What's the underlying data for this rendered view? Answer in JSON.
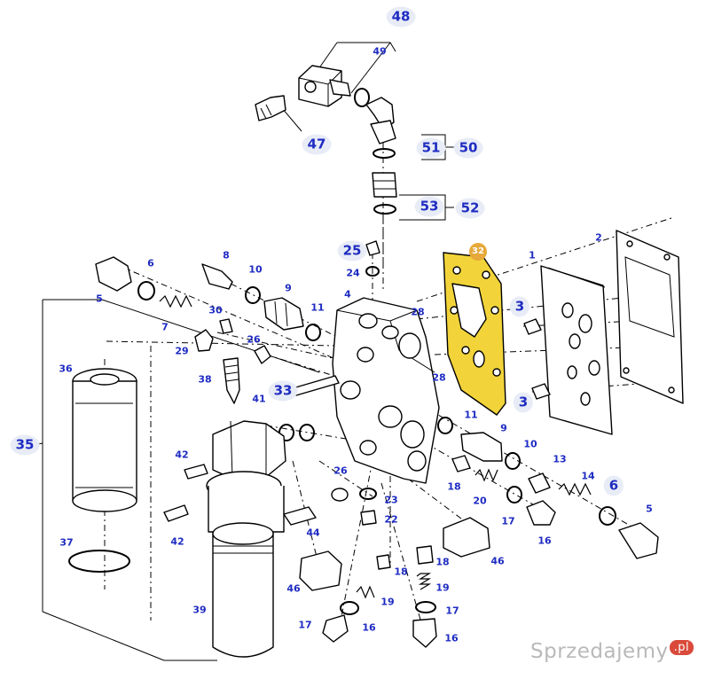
{
  "diagram": {
    "labels": [
      {
        "id": "48",
        "size": "lg"
      },
      {
        "id": "49",
        "size": "sm"
      },
      {
        "id": "47",
        "size": "lg"
      },
      {
        "id": "51",
        "size": "lg"
      },
      {
        "id": "50",
        "size": "lg"
      },
      {
        "id": "53",
        "size": "lg"
      },
      {
        "id": "52",
        "size": "lg"
      },
      {
        "id": "25",
        "size": "lg"
      },
      {
        "id": "24",
        "size": "sm"
      },
      {
        "id": "32",
        "size": "hl"
      },
      {
        "id": "1",
        "size": "sm"
      },
      {
        "id": "2",
        "size": "sm"
      },
      {
        "id": "6",
        "size": "sm"
      },
      {
        "id": "8",
        "size": "sm"
      },
      {
        "id": "10",
        "size": "sm"
      },
      {
        "id": "9",
        "size": "sm"
      },
      {
        "id": "5",
        "size": "sm"
      },
      {
        "id": "4",
        "size": "sm"
      },
      {
        "id": "7",
        "size": "sm"
      },
      {
        "id": "30",
        "size": "sm"
      },
      {
        "id": "11",
        "size": "sm"
      },
      {
        "id": "28",
        "size": "sm"
      },
      {
        "id": "3",
        "size": "lg"
      },
      {
        "id": "29",
        "size": "sm"
      },
      {
        "id": "26",
        "size": "sm"
      },
      {
        "id": "36",
        "size": "sm"
      },
      {
        "id": "38",
        "size": "sm"
      },
      {
        "id": "33",
        "size": "lg"
      },
      {
        "id": "28",
        "size": "sm"
      },
      {
        "id": "41",
        "size": "sm"
      },
      {
        "id": "3",
        "size": "lg"
      },
      {
        "id": "11",
        "size": "sm"
      },
      {
        "id": "35",
        "size": "lg"
      },
      {
        "id": "9",
        "size": "sm"
      },
      {
        "id": "10",
        "size": "sm"
      },
      {
        "id": "42",
        "size": "sm"
      },
      {
        "id": "13",
        "size": "sm"
      },
      {
        "id": "14",
        "size": "sm"
      },
      {
        "id": "26",
        "size": "sm"
      },
      {
        "id": "6",
        "size": "lg"
      },
      {
        "id": "18",
        "size": "sm"
      },
      {
        "id": "20",
        "size": "sm"
      },
      {
        "id": "23",
        "size": "sm"
      },
      {
        "id": "5",
        "size": "sm"
      },
      {
        "id": "22",
        "size": "sm"
      },
      {
        "id": "17",
        "size": "sm"
      },
      {
        "id": "37",
        "size": "sm"
      },
      {
        "id": "42",
        "size": "sm"
      },
      {
        "id": "44",
        "size": "sm"
      },
      {
        "id": "16",
        "size": "sm"
      },
      {
        "id": "46",
        "size": "sm"
      },
      {
        "id": "18",
        "size": "sm"
      },
      {
        "id": "18",
        "size": "sm"
      },
      {
        "id": "46",
        "size": "sm"
      },
      {
        "id": "19",
        "size": "sm"
      },
      {
        "id": "19",
        "size": "sm"
      },
      {
        "id": "39",
        "size": "sm"
      },
      {
        "id": "17",
        "size": "sm"
      },
      {
        "id": "16",
        "size": "sm"
      },
      {
        "id": "17",
        "size": "sm"
      },
      {
        "id": "16",
        "size": "sm"
      }
    ],
    "colors": {
      "label": "#1f2cc2",
      "highlight": "#f2d43a",
      "highlight_badge": "#e6a93a",
      "line": "#000000"
    }
  },
  "watermark": {
    "text": "Sprzedajemy",
    "suffix": ".pl"
  }
}
